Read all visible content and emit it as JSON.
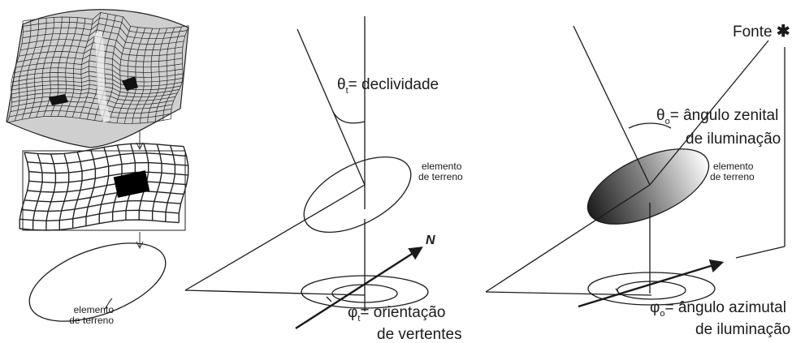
{
  "diagram": {
    "panel_left": {
      "terrain_label_line1": "elemento",
      "terrain_label_line2": "de terreno"
    },
    "panel_middle": {
      "slope_symbol": "θ",
      "slope_subscript": "t",
      "slope_text": "= declividade",
      "terrain_label_line1": "elemento",
      "terrain_label_line2": "de terreno",
      "north_label": "N",
      "aspect_symbol": "φ",
      "aspect_subscript": "t",
      "aspect_text_line1": "= orientação",
      "aspect_text_line2": "de vertentes"
    },
    "panel_right": {
      "source_label": "Fonte",
      "source_marker": "✱",
      "zenith_symbol": "θ",
      "zenith_subscript": "o",
      "zenith_text_line1": "= ângulo zenital",
      "zenith_text_line2": "de iluminação",
      "terrain_label_line1": "elemento",
      "terrain_label_line2": "de terreno",
      "azimuth_symbol": "φ",
      "azimuth_subscript": "o",
      "azimuth_text_line1": "= ângulo azimutal",
      "azimuth_text_line2": "de iluminação"
    },
    "colors": {
      "line": "#1a1a1a",
      "shade_dark": "#222222",
      "shade_light": "#ffffff"
    }
  }
}
